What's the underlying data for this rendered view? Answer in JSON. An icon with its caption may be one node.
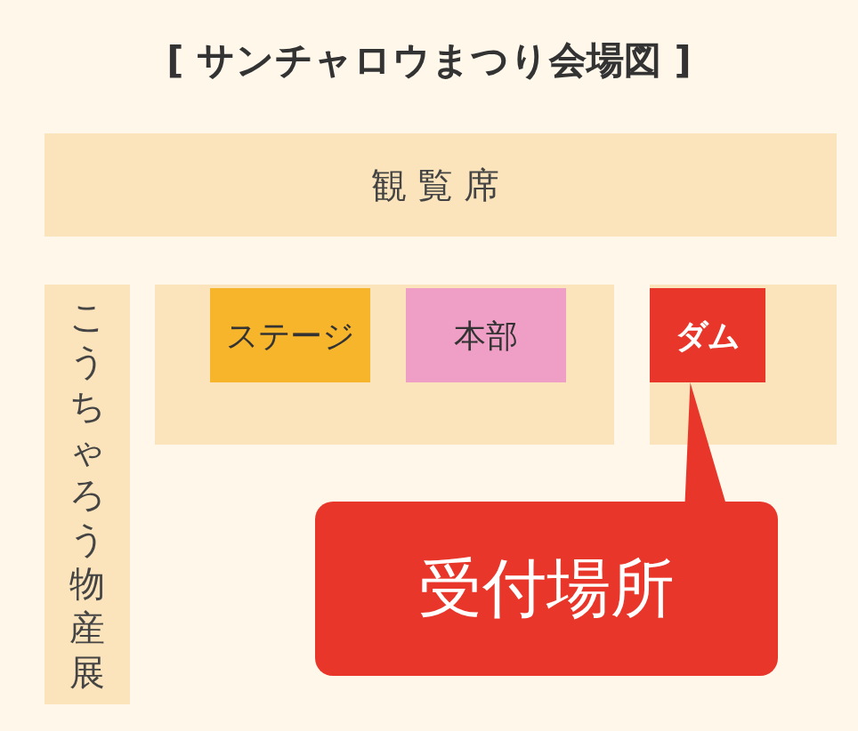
{
  "diagram": {
    "title": "[ サンチャロウまつり会場図 ]",
    "nodes": [
      {
        "text": [
          "観覧席"
        ]
      },
      {
        "text": [
          "こうちゃろう物産展"
        ]
      },
      {
        "text": [],
        "shape": "box"
      },
      {
        "text": [
          "ステージ"
        ],
        "in": 2
      },
      {
        "text": [
          "本部"
        ],
        "in": 2
      },
      {
        "text": [],
        "shape": "box"
      },
      {
        "text": [
          "ダム"
        ],
        "in": 5
      },
      {
        "text": [
          "受付場所"
        ]
      }
    ],
    "edges": [
      {
        "from": 7,
        "to": 6,
        "arrow": "none"
      }
    ]
  }
}
